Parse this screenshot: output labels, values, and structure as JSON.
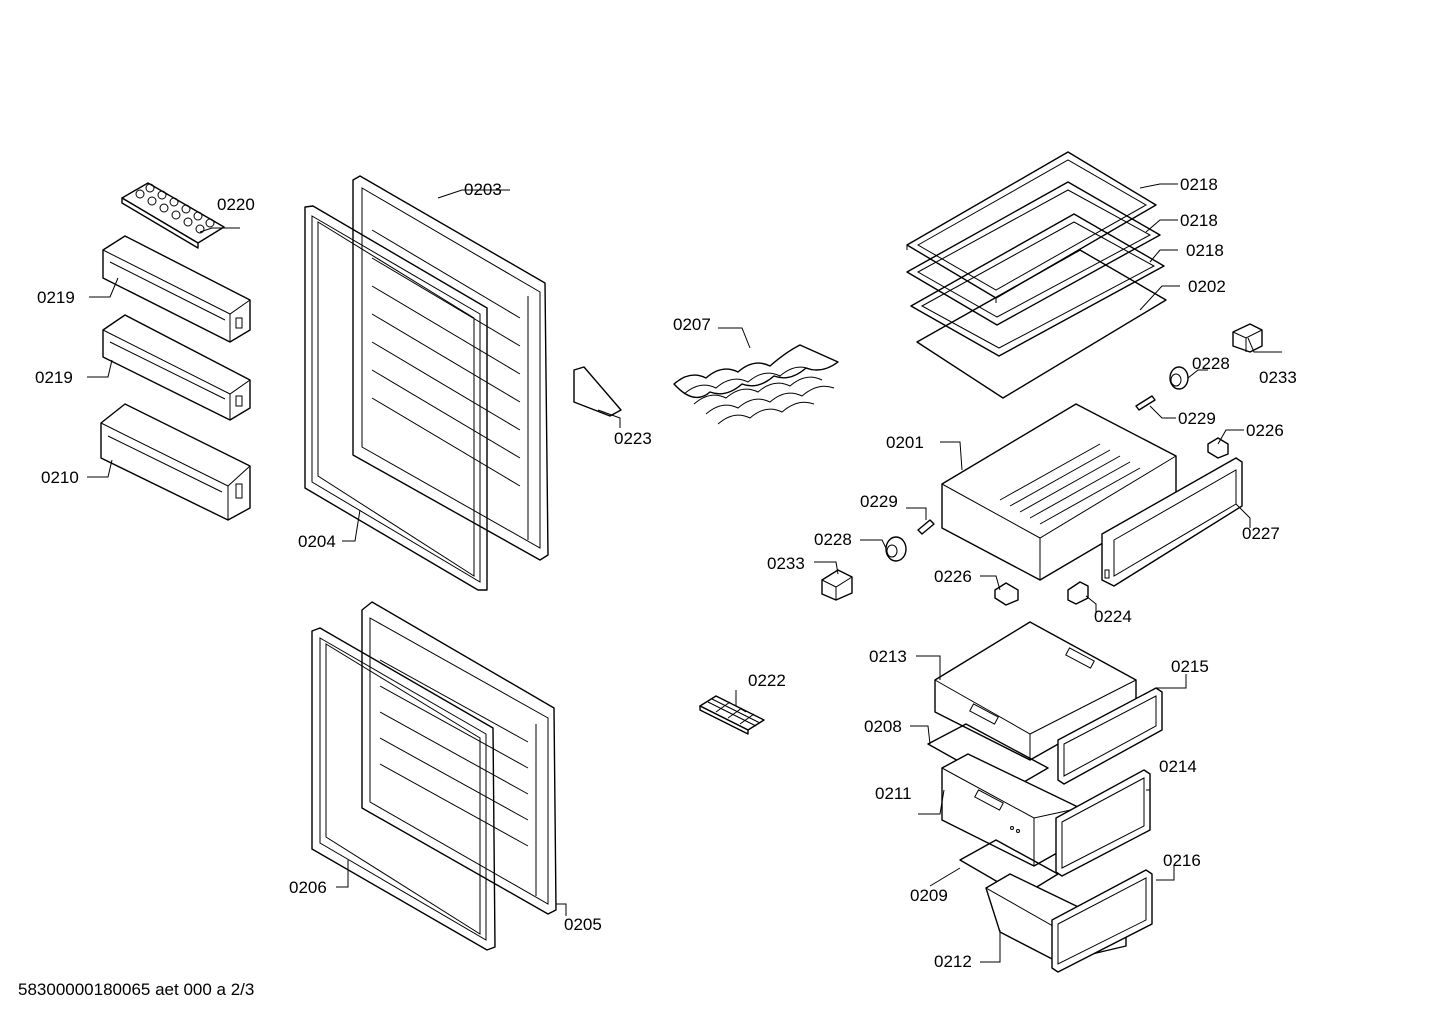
{
  "diagram": {
    "footer": "58300000180065 aet 000 a 2/3",
    "labels": {
      "p0220": "0220",
      "p0219a": "0219",
      "p0219b": "0219",
      "p0210": "0210",
      "p0203": "0203",
      "p0204": "0204",
      "p0223": "0223",
      "p0207": "0207",
      "p0218a": "0218",
      "p0218b": "0218",
      "p0218c": "0218",
      "p0202": "0202",
      "p0233a": "0233",
      "p0228a": "0228",
      "p0229a": "0229",
      "p0226a": "0226",
      "p0201": "0201",
      "p0227": "0227",
      "p0229b": "0229",
      "p0228b": "0228",
      "p0233b": "0233",
      "p0226b": "0226",
      "p0224": "0224",
      "p0206": "0206",
      "p0205": "0205",
      "p0222": "0222",
      "p0213": "0213",
      "p0215": "0215",
      "p0208": "0208",
      "p0214": "0214",
      "p0211": "0211",
      "p0216": "0216",
      "p0209": "0209",
      "p0212": "0212"
    }
  }
}
